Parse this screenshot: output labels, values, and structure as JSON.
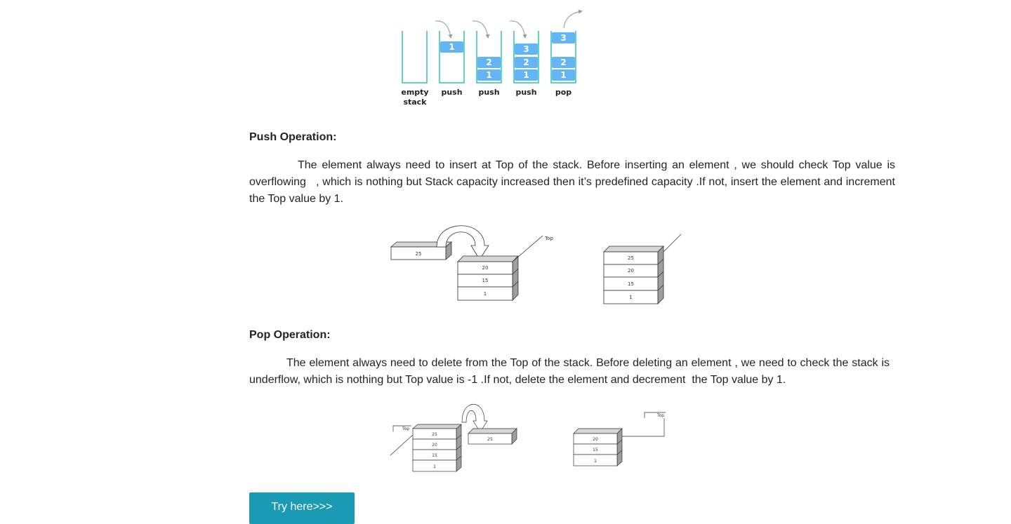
{
  "stack_figure": {
    "labels": [
      "empty",
      "stack",
      "push",
      "push",
      "push",
      "pop"
    ],
    "values": [
      "1",
      "2",
      "1",
      "3",
      "2",
      "1",
      "3",
      "2",
      "1"
    ]
  },
  "push_section": {
    "heading": "Push Operation:",
    "text": "The element always need to insert at Top of the stack. Before inserting an element , we should check Top value is overflowing   , which is nothing but Stack capacity increased then it’s predefined capacity .If not, insert the element and increment the Top value by 1."
  },
  "push_figure": {
    "moving_value": "25",
    "stack_values": [
      "20",
      "15",
      "1"
    ],
    "result_values": [
      "25",
      "20",
      "15",
      "1"
    ],
    "top_label": "Top"
  },
  "pop_section": {
    "heading": "Pop Operation:",
    "text": "The element always need to delete from the Top of the stack. Before deleting an element , we need to check the stack is underflow, which is nothing but Top value is -1 .If not, delete the element and decrement  the Top value by 1."
  },
  "pop_figure": {
    "stack_values": [
      "25",
      "20",
      "15",
      "1"
    ],
    "popped_value": "25",
    "result_values": [
      "20",
      "15",
      "1"
    ],
    "top_label": "Top"
  },
  "button": {
    "label": "Try here>>>"
  }
}
